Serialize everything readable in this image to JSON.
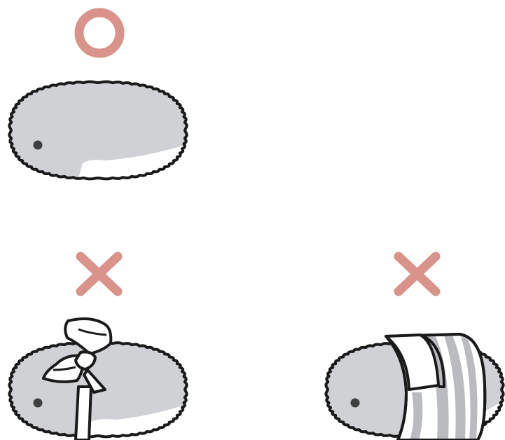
{
  "colors": {
    "background": "#ffffff",
    "mark": "#d9938b",
    "pet_fur": "#cfd1d4",
    "pet_belly": "#ffffff",
    "outline": "#1a1a1a",
    "eye": "#3f3f3f",
    "stripe_gray": "#b9bbbf"
  },
  "panels": [
    {
      "id": "correct",
      "mark": "circle",
      "meaning": "ok",
      "accessory": "none"
    },
    {
      "id": "bow",
      "mark": "cross",
      "meaning": "ng",
      "accessory": "bow-tie"
    },
    {
      "id": "wrap",
      "mark": "cross",
      "meaning": "ng",
      "accessory": "striped-wrap"
    }
  ]
}
